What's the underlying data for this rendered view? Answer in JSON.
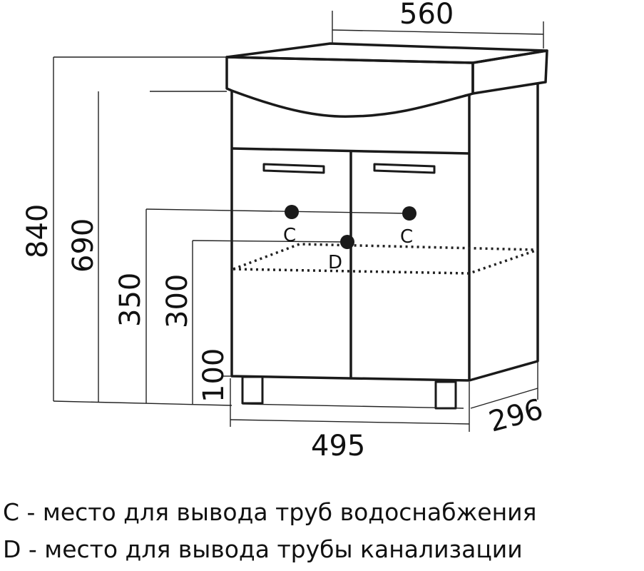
{
  "dimensions": {
    "width_top": "560",
    "height_total": "840",
    "height_body": "690",
    "water_outlet_height": "350",
    "drain_outlet_height": "300",
    "plinth_height": "100",
    "width_body": "495",
    "depth": "296"
  },
  "markers": {
    "water_left": "C",
    "water_right": "C",
    "drain": "D"
  },
  "legend": [
    "C - место для вывода труб водоснабжения",
    "D - место для вывода трубы канализации"
  ],
  "colors": {
    "line": "#1a1a1a",
    "background": "#ffffff"
  }
}
